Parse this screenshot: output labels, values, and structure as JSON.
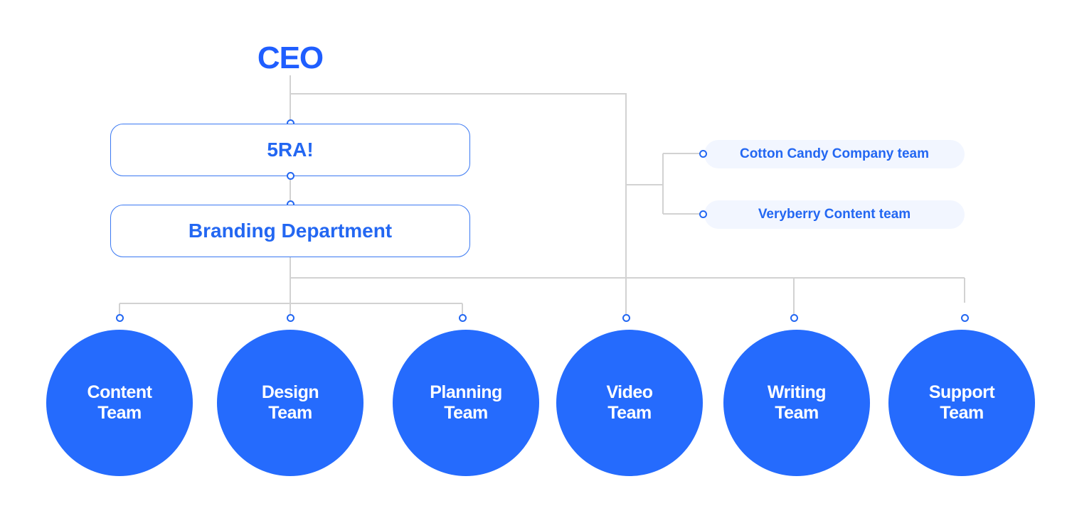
{
  "diagram": {
    "root": {
      "label": "CEO"
    },
    "company": {
      "label": "5RA!"
    },
    "department": {
      "label": "Branding Department"
    },
    "partners": [
      {
        "label": "Cotton Candy Company team"
      },
      {
        "label": "Veryberry Content team"
      }
    ],
    "teams": [
      {
        "line1": "Content",
        "line2": "Team"
      },
      {
        "line1": "Design",
        "line2": "Team"
      },
      {
        "line1": "Planning",
        "line2": "Team"
      },
      {
        "line1": "Video",
        "line2": "Team"
      },
      {
        "line1": "Writing",
        "line2": "Team"
      },
      {
        "line1": "Support",
        "line2": "Team"
      }
    ],
    "colors": {
      "accent": "#256bfd",
      "text_blue": "#2367f2",
      "connector": "#cfcfcf",
      "pill_bg": "#f2f6ff"
    }
  }
}
